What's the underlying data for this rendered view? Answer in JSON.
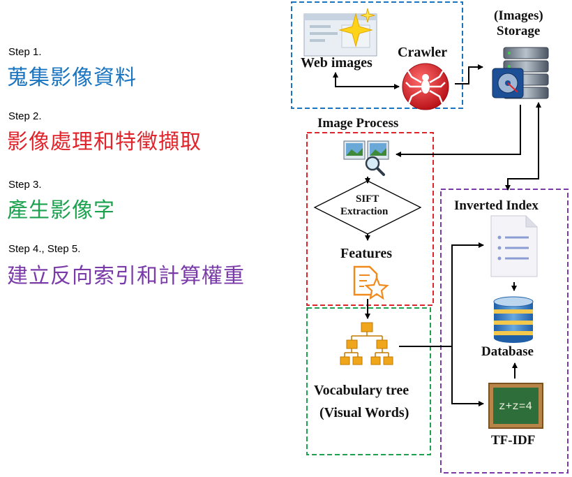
{
  "steps": [
    {
      "label": "Step 1.",
      "title": "蒐集影像資料",
      "color": "#1a74c0"
    },
    {
      "label": "Step 2.",
      "title": "影像處理和特徵擷取",
      "color": "#e0242b"
    },
    {
      "label": "Step 3.",
      "title": "產生影像字",
      "color": "#1ca24f"
    },
    {
      "label": "Step 4., Step 5.",
      "title": "建立反向索引和計算權重",
      "color": "#7a3aa8"
    }
  ],
  "diagram": {
    "web_images": "Web images",
    "crawler": "Crawler",
    "storage_line1": "(Images)",
    "storage_line2": "Storage",
    "image_process": "Image Process",
    "sift_line1": "SIFT",
    "sift_line2": "Extraction",
    "features": "Features",
    "vocab_line1": "Vocabulary tree",
    "vocab_line2": "(Visual Words)",
    "inverted_index": "Inverted Index",
    "database": "Database",
    "tfidf": "TF-IDF",
    "chalkboard_text": "z+z=4"
  },
  "colors": {
    "blue_box": "#1a74c0",
    "red_box": "#e0242b",
    "green_box": "#1ca24f",
    "purple_box": "#7a3aa8"
  },
  "icons": [
    "browser-icon",
    "spider-icon",
    "server-icon",
    "image-search-icon",
    "star-document-icon",
    "hierarchy-icon",
    "document-list-icon",
    "database-icon",
    "chalkboard-icon"
  ]
}
